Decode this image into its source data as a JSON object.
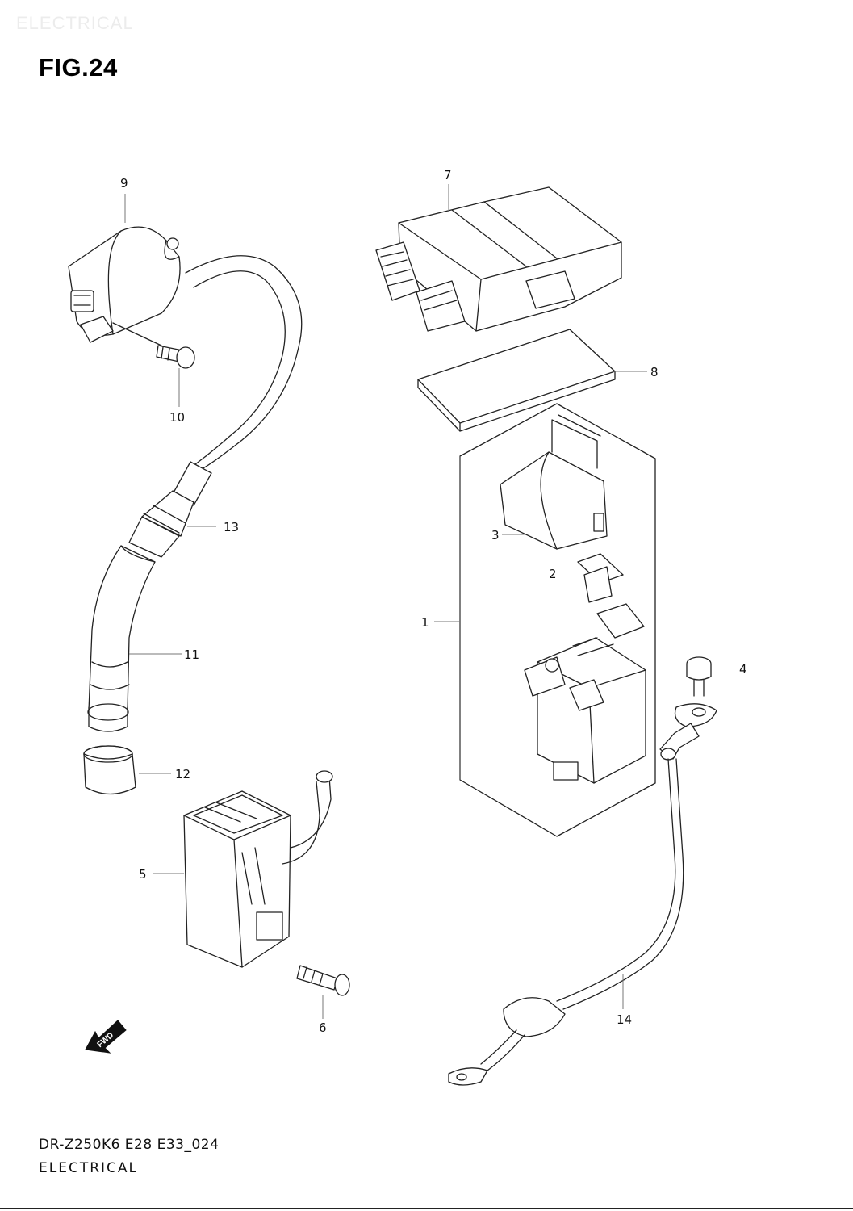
{
  "header": {
    "watermark_title": "ELECTRICAL",
    "figure_title": "FIG.24"
  },
  "footer": {
    "diagram_code": "DR-Z250K6 E28 E33_024",
    "section_name": "ELECTRICAL"
  },
  "fwd_label": "FWD",
  "callouts": [
    {
      "id": "c1",
      "label": "1"
    },
    {
      "id": "c2",
      "label": "2"
    },
    {
      "id": "c3",
      "label": "3"
    },
    {
      "id": "c4",
      "label": "4"
    },
    {
      "id": "c5",
      "label": "5"
    },
    {
      "id": "c6",
      "label": "6"
    },
    {
      "id": "c7",
      "label": "7"
    },
    {
      "id": "c8",
      "label": "8"
    },
    {
      "id": "c9",
      "label": "9"
    },
    {
      "id": "c10",
      "label": "10"
    },
    {
      "id": "c11",
      "label": "11"
    },
    {
      "id": "c12",
      "label": "12"
    },
    {
      "id": "c13",
      "label": "13"
    },
    {
      "id": "c14",
      "label": "14"
    }
  ]
}
